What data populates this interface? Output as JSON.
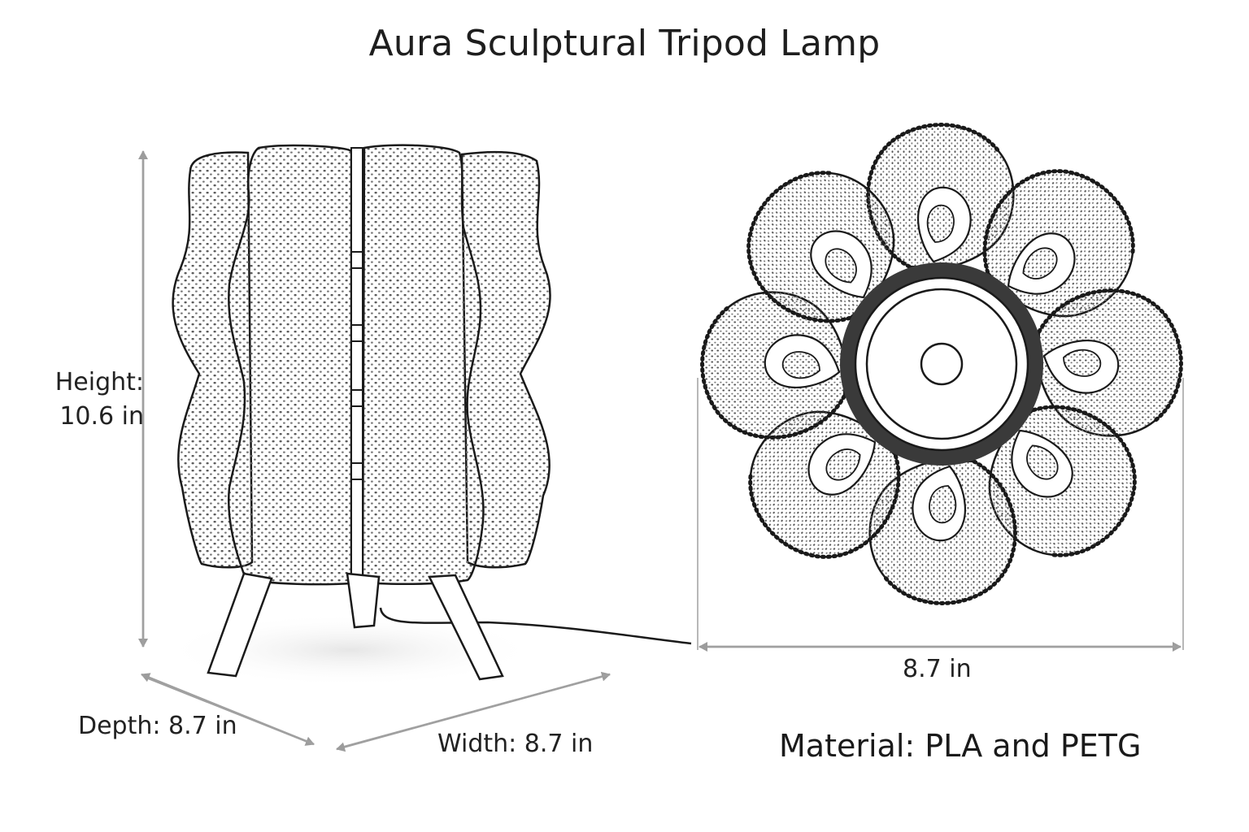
{
  "title": "Aura Sculptural Tripod Lamp",
  "dimensions": {
    "height_label": "Height:",
    "height_value": "10.6 in",
    "depth": "Depth: 8.7 in",
    "width": "Width: 8.7 in",
    "top_view_width": "8.7 in"
  },
  "material": "Material: PLA and PETG",
  "colors": {
    "line": "#1a1a1a",
    "dimension_arrow": "#a0a0a0",
    "hub_ring": "#3a3a3a"
  }
}
